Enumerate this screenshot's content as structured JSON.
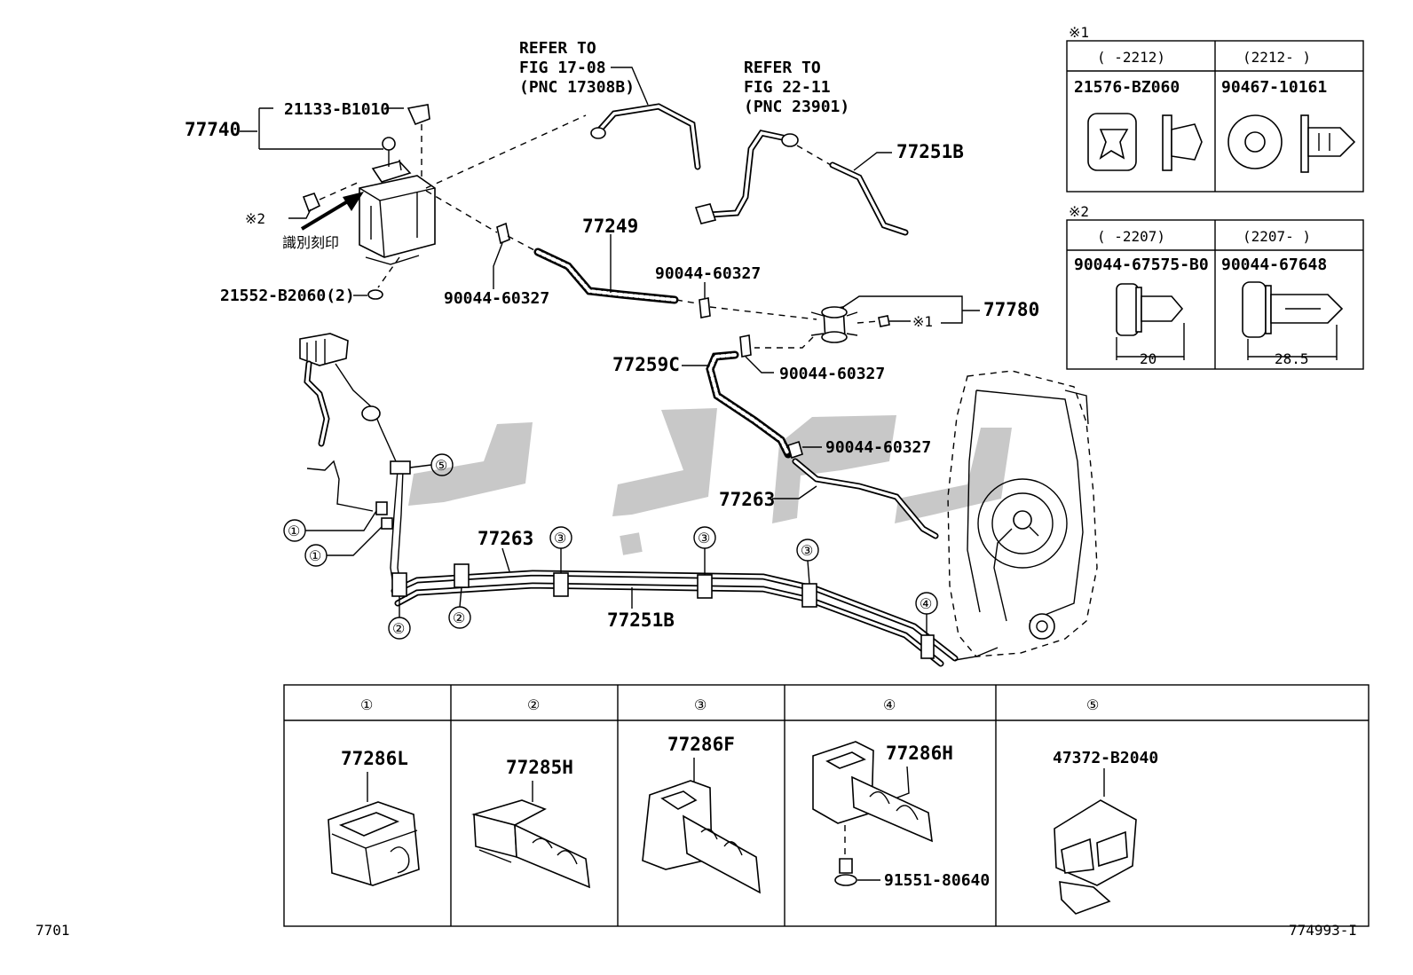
{
  "canister": {
    "part": "77740",
    "cap_part": "21133-B1010",
    "clip_ref": "※2",
    "mark_label": "識別刻印",
    "bottom_part": "21552-B2060(2)"
  },
  "refer_a": {
    "line1": "REFER TO",
    "line2": "FIG 17-08",
    "line3": "(PNC 17308B)"
  },
  "refer_b": {
    "line1": "REFER TO",
    "line2": "FIG 22-11",
    "line3": "(PNC 23901)"
  },
  "tubes": {
    "upper_right": "77251B",
    "hose_77249": "77249",
    "clamp_a": "90044-60327",
    "clamp_b": "90044-60327",
    "filter": "77780",
    "filter_ref": "※1",
    "hose_77259c": "77259C",
    "clamp_c": "90044-60327",
    "clamp_d": "90044-60327",
    "pipe_77263_right": "77263",
    "pipe_77263_lower": "77263",
    "pipe_77251b_lower": "77251B"
  },
  "callouts": [
    "①",
    "①",
    "②",
    "②",
    "③",
    "③",
    "③",
    "④",
    "⑤"
  ],
  "table1": {
    "title": "※1",
    "col1_head": "(      -2212)",
    "col2_head": "(2212-      )",
    "col1_part": "21576-BZ060",
    "col2_part": "90467-10161"
  },
  "table2": {
    "title": "※2",
    "col1_head": "(      -2207)",
    "col2_head": "(2207-      )",
    "col1_part": "90044-67575-B0",
    "col2_part": "90044-67648",
    "col1_dim": "20",
    "col2_dim": "28.5"
  },
  "bottom_table": {
    "headers": [
      "①",
      "②",
      "③",
      "④",
      "⑤"
    ],
    "parts": [
      "77286L",
      "77285H",
      "77286F",
      "77286H",
      "47372-B2040"
    ],
    "extra_part": "91551-80640"
  },
  "footer": {
    "left_code": "7701",
    "right_code": "774993-I"
  },
  "colors": {
    "line": "#000000",
    "background": "#ffffff",
    "watermark": "#b9b9b9"
  }
}
